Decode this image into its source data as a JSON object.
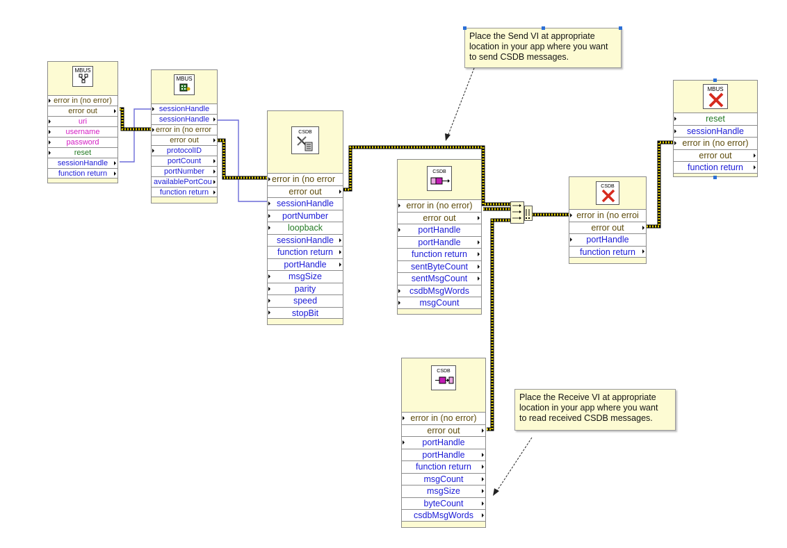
{
  "notes": {
    "send": [
      "Place the Send VI at appropriate",
      "location in your app where you want",
      "to send CSDB messages."
    ],
    "receive": [
      "Place the Receive VI at appropriate",
      "location in your app where you want",
      "to read received CSDB messages."
    ]
  },
  "nodes": {
    "mbus_open": {
      "icon_label": "MBUS",
      "rows": [
        "error in (no error)",
        "error out",
        "uri",
        "username",
        "password",
        "reset",
        "sessionHandle",
        "function return"
      ]
    },
    "mbus_port": {
      "icon_label": "MBUS",
      "rows": [
        "sessionHandle",
        "sessionHandle",
        "error in (no error",
        "error out",
        "protocolID",
        "portCount",
        "portNumber",
        "availablePortCou",
        "function return"
      ]
    },
    "csdb_open": {
      "icon_label": "CSDB",
      "rows": [
        "error in (no error",
        "error out",
        "sessionHandle",
        "portNumber",
        "loopback",
        "sessionHandle",
        "function return",
        "portHandle",
        "msgSize",
        "parity",
        "speed",
        "stopBit"
      ]
    },
    "csdb_send": {
      "icon_label": "CSDB",
      "rows": [
        "error in (no error)",
        "error out",
        "portHandle",
        "portHandle",
        "function return",
        "sentByteCount",
        "sentMsgCount",
        "csdbMsgWords",
        "msgCount"
      ]
    },
    "csdb_close": {
      "icon_label": "CSDB",
      "rows": [
        "error in (no erroi",
        "error out",
        "portHandle",
        "function return"
      ]
    },
    "mbus_close": {
      "icon_label": "MBUS",
      "rows": [
        "reset",
        "sessionHandle",
        "error in (no error)",
        "error out",
        "function return"
      ]
    },
    "csdb_receive": {
      "icon_label": "CSDB",
      "rows": [
        "error in (no error)",
        "error out",
        "portHandle",
        "portHandle",
        "function return",
        "msgCount",
        "msgSize",
        "byteCount",
        "csdbMsgWords"
      ]
    }
  },
  "colors": {
    "vi_background": "#fdfbd3",
    "error_text": "#5c4a0a",
    "ref_text": "#1a1ad6",
    "string_text": "#d41cc4",
    "bool_text": "#237a23",
    "error_wire": "#d8c400",
    "ref_wire": "#6b6bd8",
    "close_x": "#d62b1e",
    "selection_handle": "#2b6fd6"
  },
  "icons": {
    "mbus_open": "network-nodes-icon",
    "mbus_port": "port-config-icon",
    "csdb_open": "tools-wrench-icon",
    "csdb_send": "send-arrow-icon",
    "csdb_receive": "receive-arrow-icon",
    "csdb_close": "red-x-close-icon",
    "mbus_close": "red-x-close-icon",
    "merge_errors": "merge-errors-icon"
  }
}
